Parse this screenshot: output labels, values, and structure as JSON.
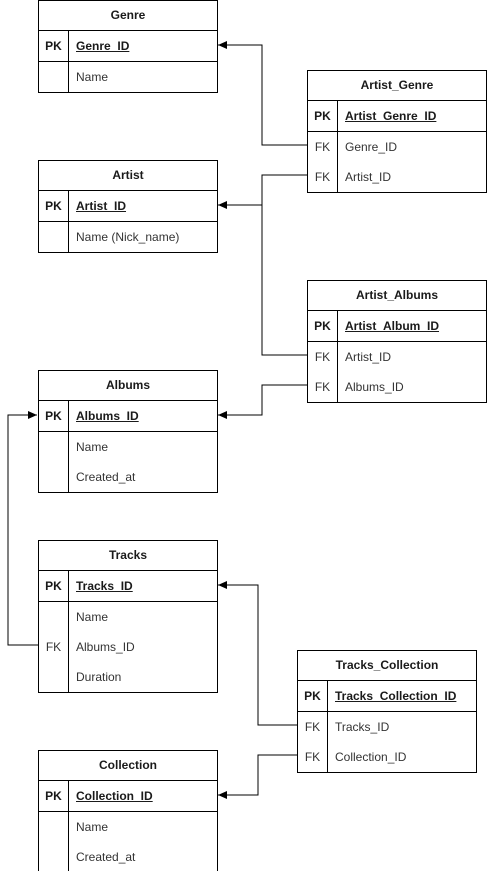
{
  "entities": [
    {
      "id": "genre",
      "title": "Genre",
      "rows": [
        {
          "key": "PK",
          "name": "Genre_ID"
        },
        {
          "key": "",
          "name": "Name"
        }
      ]
    },
    {
      "id": "artist",
      "title": "Artist",
      "rows": [
        {
          "key": "PK",
          "name": "Artist_ID"
        },
        {
          "key": "",
          "name": "Name (Nick_name)"
        }
      ]
    },
    {
      "id": "albums",
      "title": "Albums",
      "rows": [
        {
          "key": "PK",
          "name": "Albums_ID"
        },
        {
          "key": "",
          "name": "Name"
        },
        {
          "key": "",
          "name": "Created_at"
        }
      ]
    },
    {
      "id": "tracks",
      "title": "Tracks",
      "rows": [
        {
          "key": "PK",
          "name": "Tracks_ID"
        },
        {
          "key": "",
          "name": "Name"
        },
        {
          "key": "FK",
          "name": "Albums_ID"
        },
        {
          "key": "",
          "name": "Duration"
        }
      ]
    },
    {
      "id": "collection",
      "title": "Collection",
      "rows": [
        {
          "key": "PK",
          "name": "Collection_ID"
        },
        {
          "key": "",
          "name": "Name"
        },
        {
          "key": "",
          "name": "Created_at"
        }
      ]
    },
    {
      "id": "artist_genre",
      "title": "Artist_Genre",
      "rows": [
        {
          "key": "PK",
          "name": "Artist_Genre_ID"
        },
        {
          "key": "FK",
          "name": "Genre_ID"
        },
        {
          "key": "FK",
          "name": "Artist_ID"
        }
      ]
    },
    {
      "id": "artist_albums",
      "title": "Artist_Albums",
      "rows": [
        {
          "key": "PK",
          "name": "Artist_Album_ID"
        },
        {
          "key": "FK",
          "name": "Artist_ID"
        },
        {
          "key": "FK",
          "name": "Albums_ID"
        }
      ]
    },
    {
      "id": "tracks_collection",
      "title": "Tracks_Collection",
      "rows": [
        {
          "key": "PK",
          "name": "Tracks_Collection_ID"
        },
        {
          "key": "FK",
          "name": "Tracks_ID"
        },
        {
          "key": "FK",
          "name": "Collection_ID"
        }
      ]
    }
  ],
  "relations": [
    {
      "from": "artist_genre.Genre_ID",
      "to": "genre.Genre_ID"
    },
    {
      "from": "artist_genre.Artist_ID",
      "to": "artist.Artist_ID"
    },
    {
      "from": "artist_albums.Artist_ID",
      "to": "artist.Artist_ID"
    },
    {
      "from": "artist_albums.Albums_ID",
      "to": "albums.Albums_ID"
    },
    {
      "from": "tracks.Albums_ID",
      "to": "albums.Albums_ID"
    },
    {
      "from": "tracks_collection.Tracks_ID",
      "to": "tracks.Tracks_ID"
    },
    {
      "from": "tracks_collection.Collection_ID",
      "to": "collection.Collection_ID"
    }
  ]
}
